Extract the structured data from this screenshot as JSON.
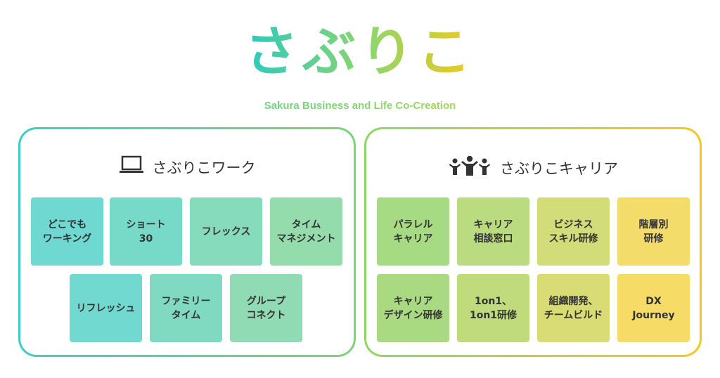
{
  "logo": {
    "text": "さぶりこ",
    "subtitle": "Sakura Business and Life Co-Creation"
  },
  "work": {
    "icon": "laptop-icon",
    "title": "さぶりこワーク",
    "tiles": [
      {
        "line1": "どこでも",
        "line2": "ワーキング"
      },
      {
        "line1": "ショート",
        "line2": "30"
      },
      {
        "line1": "フレックス",
        "line2": ""
      },
      {
        "line1": "タイム",
        "line2": "マネジメント"
      },
      {
        "line1": "リフレッシュ",
        "line2": ""
      },
      {
        "line1": "ファミリー",
        "line2": "タイム"
      },
      {
        "line1": "グループ",
        "line2": "コネクト"
      }
    ]
  },
  "career": {
    "icon": "people-icon",
    "title": "さぶりこキャリア",
    "tiles": [
      {
        "line1": "パラレル",
        "line2": "キャリア"
      },
      {
        "line1": "キャリア",
        "line2": "相談窓口"
      },
      {
        "line1": "ビジネス",
        "line2": "スキル研修"
      },
      {
        "line1": "階層別",
        "line2": "研修"
      },
      {
        "line1": "キャリア",
        "line2": "デザイン研修"
      },
      {
        "line1": "1on1、",
        "line2": "1on1研修"
      },
      {
        "line1": "組織開発、",
        "line2": "チームビルド"
      },
      {
        "line1": "DX",
        "line2": "Journey"
      }
    ]
  },
  "colors": {
    "teal": "#2cc9bf",
    "green": "#8fd66a",
    "yellow": "#f2c81e"
  }
}
